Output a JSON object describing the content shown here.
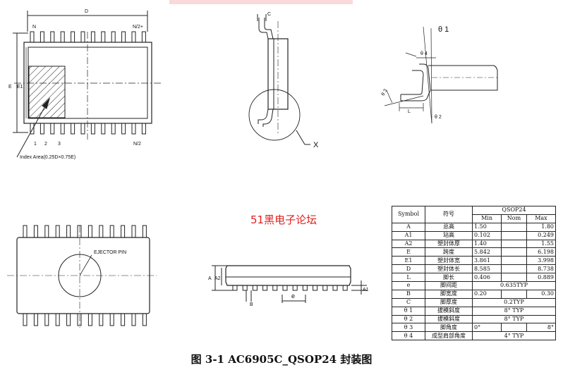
{
  "watermark": "51黑电子论坛",
  "caption": "图 3-1  AC6905C_QSOP24 封装图",
  "top_view": {
    "label_d": "D",
    "label_n": "N",
    "label_n2plus": "N/2+",
    "label_e": "E",
    "label_e1": "E1",
    "pin_numbers": [
      "1",
      "2",
      "3"
    ],
    "label_n2": "N/2",
    "index_area": "Index Area(0.25D×0.75E)"
  },
  "side_lead_view": {
    "label_c": "C",
    "label_x": "X"
  },
  "detail_view": {
    "theta1": "θ 1",
    "theta4": "θ 4",
    "theta3": "θ 3",
    "theta2": "θ 2",
    "label_l": "L"
  },
  "bottom_view": {
    "ejector": "EJECTOR PIN"
  },
  "front_view": {
    "label_a": "A",
    "label_a2": "A2",
    "label_a1": "A1",
    "label_b": "B",
    "label_e": "e"
  },
  "table": {
    "header_symbol": "Symbol",
    "header_name": "符号",
    "header_group": "QSOP24",
    "header_min": "Min",
    "header_nom": "Nom",
    "header_max": "Max",
    "rows": [
      {
        "symbol": "A",
        "name": "总高",
        "min": "1.50",
        "nom": "",
        "max": "1.80"
      },
      {
        "symbol": "A1",
        "name": "站高",
        "min": "0.102",
        "nom": "",
        "max": "0.249"
      },
      {
        "symbol": "A2",
        "name": "塑封体厚",
        "min": "1.40",
        "nom": "",
        "max": "1.55"
      },
      {
        "symbol": "E",
        "name": "跨度",
        "min": "5.842",
        "nom": "",
        "max": "6.198"
      },
      {
        "symbol": "E1",
        "name": "塑封体宽",
        "min": "3.861",
        "nom": "",
        "max": "3.998"
      },
      {
        "symbol": "D",
        "name": "塑封体长",
        "min": "8.585",
        "nom": "",
        "max": "8.738"
      },
      {
        "symbol": "L",
        "name": "脚长",
        "min": "0.406",
        "nom": "",
        "max": "0.889"
      },
      {
        "symbol": "e",
        "name": "脚间距",
        "merged": "0.635TYP"
      },
      {
        "symbol": "B",
        "name": "脚宽度",
        "min": "0.20",
        "nom": "",
        "max": "0.30"
      },
      {
        "symbol": "C",
        "name": "脚厚度",
        "merged": "0.2TYP"
      },
      {
        "symbol": "θ 1",
        "name": "拔模斜度",
        "merged": "8° TYP"
      },
      {
        "symbol": "θ 2",
        "name": "拔模斜度",
        "merged": "8° TYP"
      },
      {
        "symbol": "θ 3",
        "name": "脚角度",
        "min": "0°",
        "nom": "",
        "max": "8°"
      },
      {
        "symbol": "θ 4",
        "name": "成型肩部角度",
        "merged": "4° TYP"
      }
    ]
  }
}
